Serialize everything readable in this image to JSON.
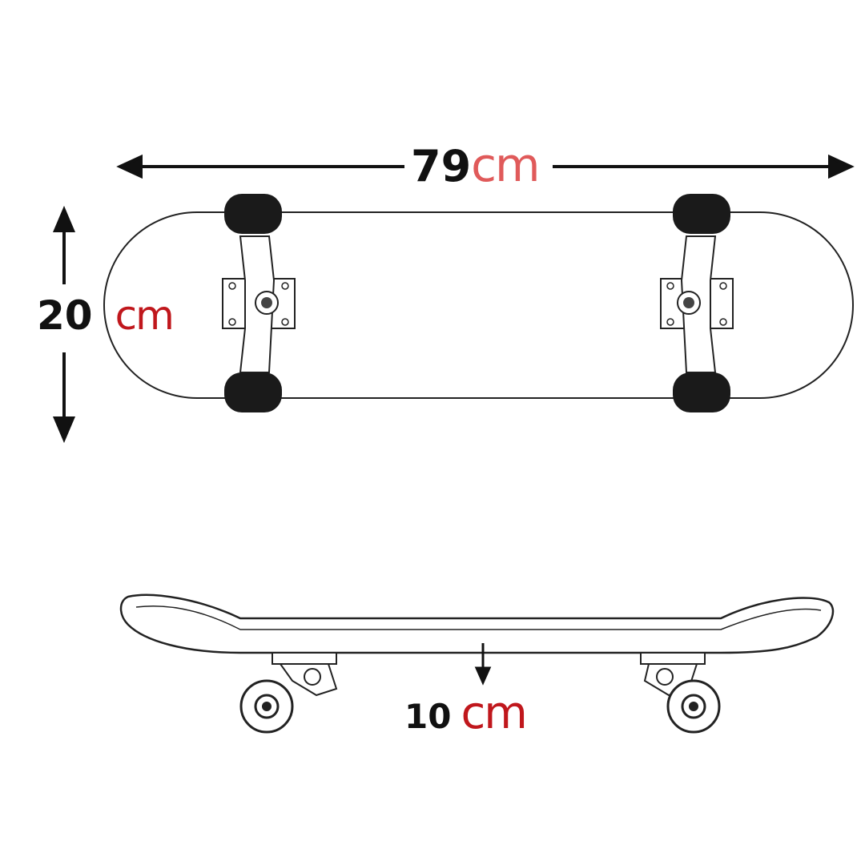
{
  "dimensions": {
    "length": {
      "value": "79",
      "unit": "cm"
    },
    "width": {
      "value": "20",
      "unit": "cm"
    },
    "height": {
      "value": "10",
      "unit": "cm"
    }
  },
  "colors": {
    "line": "#111111",
    "unit_length": "#e05a5a",
    "unit_width": "#c0171c",
    "unit_height": "#c0171c",
    "wheel": "#1a1a1a"
  }
}
